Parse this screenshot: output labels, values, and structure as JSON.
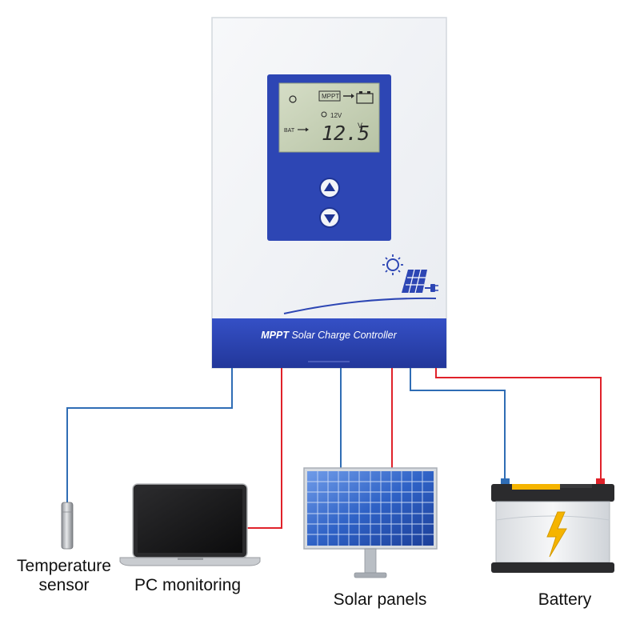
{
  "controller": {
    "title_bold": "MPPT",
    "title_rest": " Solar Charge Controller",
    "lcd": {
      "mode_label": "MPPT",
      "system_voltage": "12V",
      "battery_label": "BAT",
      "reading": "12.5",
      "unit": "V"
    },
    "buttons": [
      "up",
      "down"
    ]
  },
  "devices": {
    "temperature_sensor": "Temperature\nsensor",
    "pc_monitoring": "PC monitoring",
    "solar_panels": "Solar panels",
    "battery": "Battery"
  },
  "colors": {
    "controller_blue": "#2d46b4",
    "lcd_green": "#c8d3b8",
    "wire_red": "#e0222a",
    "wire_blue": "#2f6db5",
    "battery_yellow": "#f5b400"
  }
}
